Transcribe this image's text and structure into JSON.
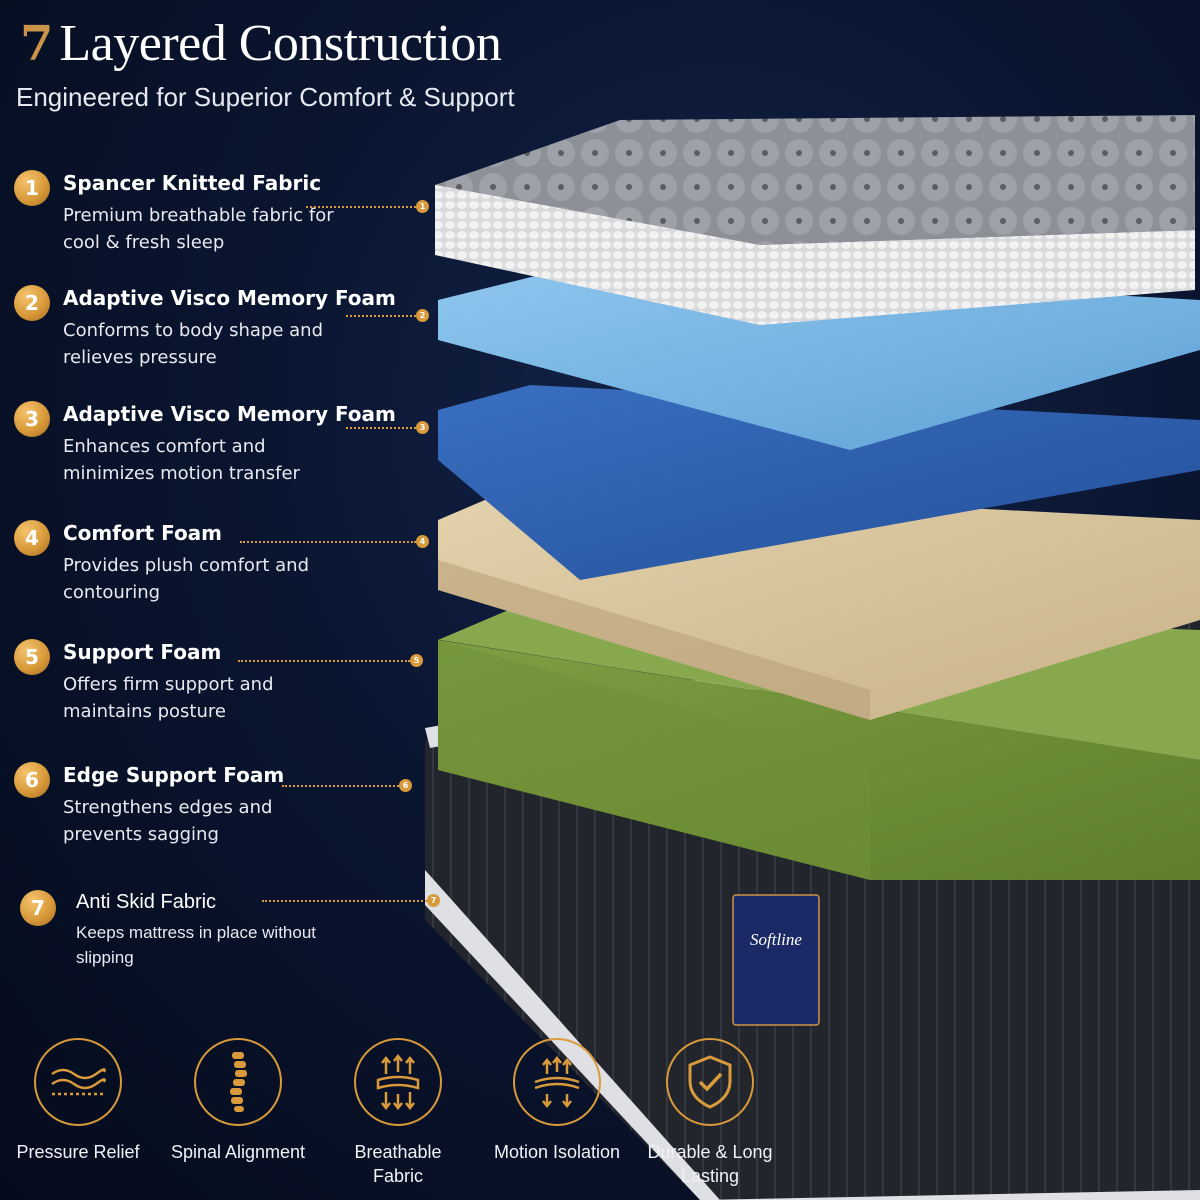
{
  "header": {
    "number": "7",
    "title": "Layered Construction",
    "subtitle": "Engineered for Superior Comfort & Support"
  },
  "layers": [
    {
      "num": "1",
      "title": "Spancer Knitted Fabric",
      "desc": "Premium breathable fabric for cool & fresh sleep",
      "color": "#9a9ca2"
    },
    {
      "num": "2",
      "title": "Adaptive Visco Memory Foam",
      "desc": "Conforms to body shape and relieves pressure",
      "color": "#7ab8e6"
    },
    {
      "num": "3",
      "title": "Adaptive Visco Memory Foam",
      "desc": "Enhances comfort and minimizes motion transfer",
      "color": "#2f62b3"
    },
    {
      "num": "4",
      "title": "Comfort Foam",
      "desc": "Provides plush comfort and contouring",
      "color": "#d9c7a3"
    },
    {
      "num": "5",
      "title": "Support Foam",
      "desc": "Offers firm support and maintains posture",
      "color": "#7a9a3f"
    },
    {
      "num": "6",
      "title": "Edge Support Foam",
      "desc": "Strengthens edges and prevents sagging",
      "color": "#7a9a3f"
    },
    {
      "num": "7",
      "title": "Anti Skid Fabric",
      "desc": "Keeps mattress in place without slipping",
      "color": "#1e2026"
    }
  ],
  "features": [
    {
      "label": "Pressure Relief",
      "icon": "pressure-relief-icon"
    },
    {
      "label": "Spinal Alignment",
      "icon": "spine-icon"
    },
    {
      "label": "Breathable Fabric",
      "icon": "airflow-icon"
    },
    {
      "label": "Motion Isolation",
      "icon": "motion-isolation-icon"
    },
    {
      "label": "Durable & Long Lasting",
      "icon": "shield-check-icon"
    }
  ],
  "colors": {
    "accent": "#d89a3a"
  }
}
